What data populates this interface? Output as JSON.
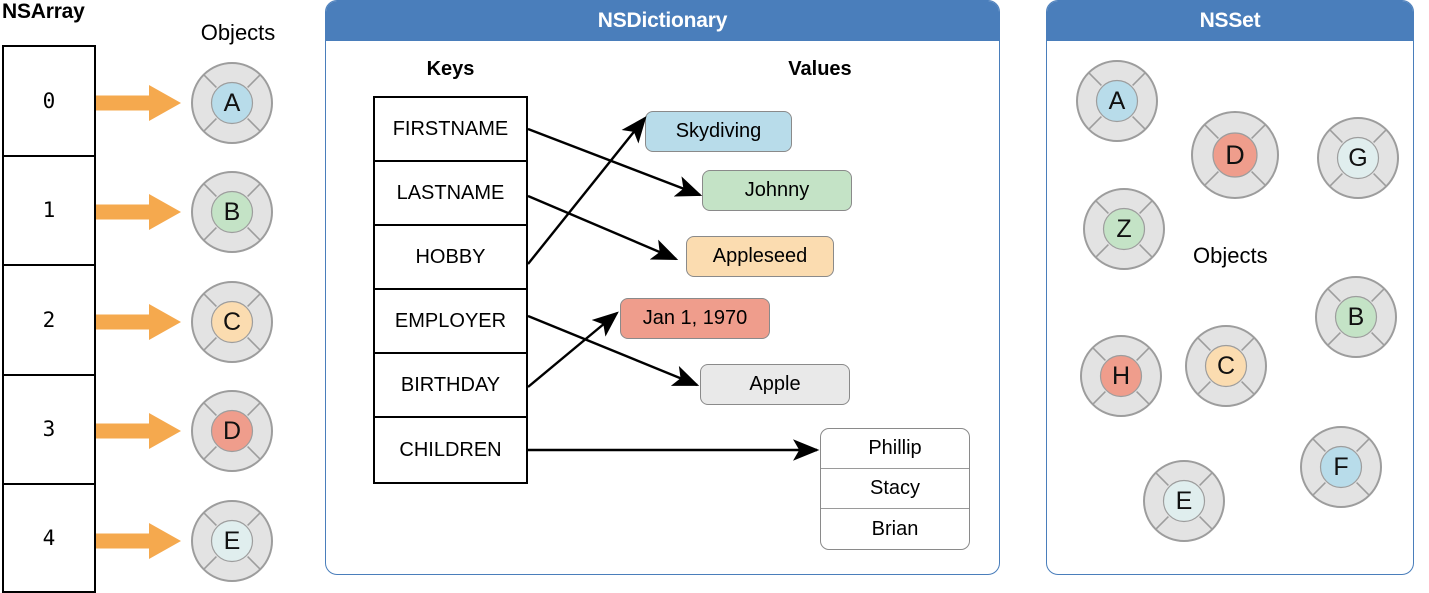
{
  "array": {
    "title": "NSArray",
    "objects_label": "Objects",
    "indices": [
      "0",
      "1",
      "2",
      "3",
      "4"
    ],
    "objects": [
      {
        "letter": "A",
        "color": "#b8dcea"
      },
      {
        "letter": "B",
        "color": "#c4e3c6"
      },
      {
        "letter": "C",
        "color": "#fbdcb0"
      },
      {
        "letter": "D",
        "color": "#ef9d8c"
      },
      {
        "letter": "E",
        "color": "#e0eeee"
      }
    ],
    "arrow_color": "#f5a94e"
  },
  "dictionary": {
    "title": "NSDictionary",
    "keys_header": "Keys",
    "values_header": "Values",
    "keys": [
      "FIRSTNAME",
      "LASTNAME",
      "HOBBY",
      "EMPLOYER",
      "BIRTHDAY",
      "CHILDREN"
    ],
    "values": [
      {
        "text": "Skydiving",
        "color": "#b8dcea"
      },
      {
        "text": "Johnny",
        "color": "#c4e3c6"
      },
      {
        "text": "Appleseed",
        "color": "#fbdcb0"
      },
      {
        "text": "Jan 1, 1970",
        "color": "#ef9d8c"
      },
      {
        "text": "Apple",
        "color": "#e9e9e9"
      }
    ],
    "children": [
      "Phillip",
      "Stacy",
      "Brian"
    ],
    "mapping": [
      {
        "key": "FIRSTNAME",
        "value": "Johnny"
      },
      {
        "key": "LASTNAME",
        "value": "Appleseed"
      },
      {
        "key": "HOBBY",
        "value": "Skydiving"
      },
      {
        "key": "EMPLOYER",
        "value": "Apple"
      },
      {
        "key": "BIRTHDAY",
        "value": "Jan 1, 1970"
      },
      {
        "key": "CHILDREN",
        "value": "Phillip / Stacy / Brian"
      }
    ]
  },
  "set": {
    "title": "NSSet",
    "objects_label": "Objects",
    "objects": [
      {
        "letter": "A",
        "color": "#b8dcea"
      },
      {
        "letter": "D",
        "color": "#ef9d8c"
      },
      {
        "letter": "G",
        "color": "#e0eeee"
      },
      {
        "letter": "Z",
        "color": "#c4e3c6"
      },
      {
        "letter": "B",
        "color": "#c4e3c6"
      },
      {
        "letter": "H",
        "color": "#ef9d8c"
      },
      {
        "letter": "C",
        "color": "#fbdcb0"
      },
      {
        "letter": "E",
        "color": "#e0eeee"
      },
      {
        "letter": "F",
        "color": "#b8dcea"
      }
    ]
  },
  "colors": {
    "panel_header": "#4a7ebb",
    "panel_border": "#4a7ebb",
    "object_ring": "#e3e3e3",
    "object_ring_border": "#9d9d9d",
    "arrow_orange": "#f5a94e",
    "line_black": "#000000"
  }
}
